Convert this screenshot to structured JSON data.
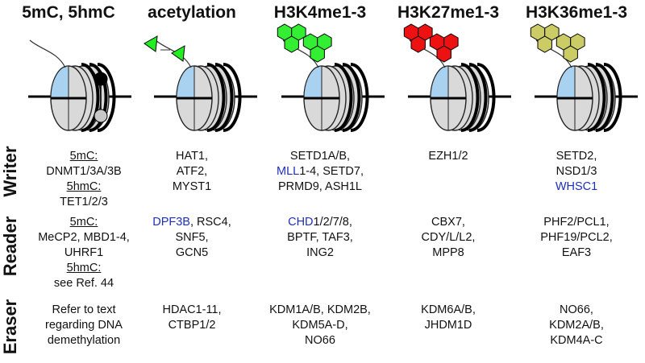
{
  "columns": [
    {
      "id": "dna",
      "header": "5mC, 5hmC"
    },
    {
      "id": "acetylation",
      "header": "acetylation"
    },
    {
      "id": "h3k4",
      "header": "H3K4me1-3"
    },
    {
      "id": "h3k27",
      "header": "H3K27me1-3"
    },
    {
      "id": "h3k36",
      "header": "H3K36me1-3"
    }
  ],
  "rows": {
    "writer": "Writer",
    "reader": "Reader",
    "eraser": "Eraser"
  },
  "writer": {
    "dna": {
      "l1": "5mC:",
      "l2": "DNMT1/3A/3B",
      "l3": "5hmC:",
      "l4": "TET1/2/3"
    },
    "acetylation": {
      "l1": "HAT1,",
      "l2": "ATF2,",
      "l3": "MYST1"
    },
    "h3k4": {
      "l1": "SETD1A/B,",
      "l2a": "MLL",
      "l2b": "1-4, SETD7,",
      "l3": "PRMD9, ASH1L"
    },
    "h3k27": {
      "l1": "EZH1/2"
    },
    "h3k36": {
      "l1": "SETD2,",
      "l2": "NSD1/3",
      "l3": "WHSC1"
    }
  },
  "reader": {
    "dna": {
      "l1": "5mC:",
      "l2": "MeCP2, MBD1-4,",
      "l3": "UHRF1",
      "l4": "5hmC:",
      "l5": "see Ref. 44"
    },
    "acetylation": {
      "l1a": "DPF3B",
      "l1b": ", RSC4,",
      "l2": "SNF5,",
      "l3": "GCN5"
    },
    "h3k4": {
      "l1a": "CHD",
      "l1b": "1/2/7/8,",
      "l2": "BPTF, TAF3,",
      "l3": "ING2"
    },
    "h3k27": {
      "l1": "CBX7,",
      "l2": "CDY/L/L2,",
      "l3": "MPP8"
    },
    "h3k36": {
      "l1": "PHF2/PCL1,",
      "l2": "PHF19/PCL2,",
      "l3": "EAF3"
    }
  },
  "eraser": {
    "dna": {
      "l1": "Refer to text",
      "l2": "regarding DNA",
      "l3": "demethylation"
    },
    "acetylation": {
      "l1": "HDAC1-11,",
      "l2": "CTBP1/2"
    },
    "h3k4": {
      "l1": "KDM1A/B, KDM2B,",
      "l2": "KDM5A-D,",
      "l3": "NO66"
    },
    "h3k27": {
      "l1": "KDM6A/B,",
      "l2": "JHDM1D"
    },
    "h3k36": {
      "l1": "NO66,",
      "l2": "KDM2A/B,",
      "l3": "KDM4A-C"
    }
  },
  "colors": {
    "histone_fill": "#d9d9d9",
    "histone_quadrant": "#a9d2f0",
    "acetyl_mark": "#22ee22",
    "h3k4_mark": "#33ee33",
    "h3k27_mark": "#ee1111",
    "h3k36_mark": "#cccc66",
    "methyl_dot_black": "#000000",
    "methyl_dot_grey": "#c8c8c8",
    "link_blue": "#1f2fb5"
  }
}
